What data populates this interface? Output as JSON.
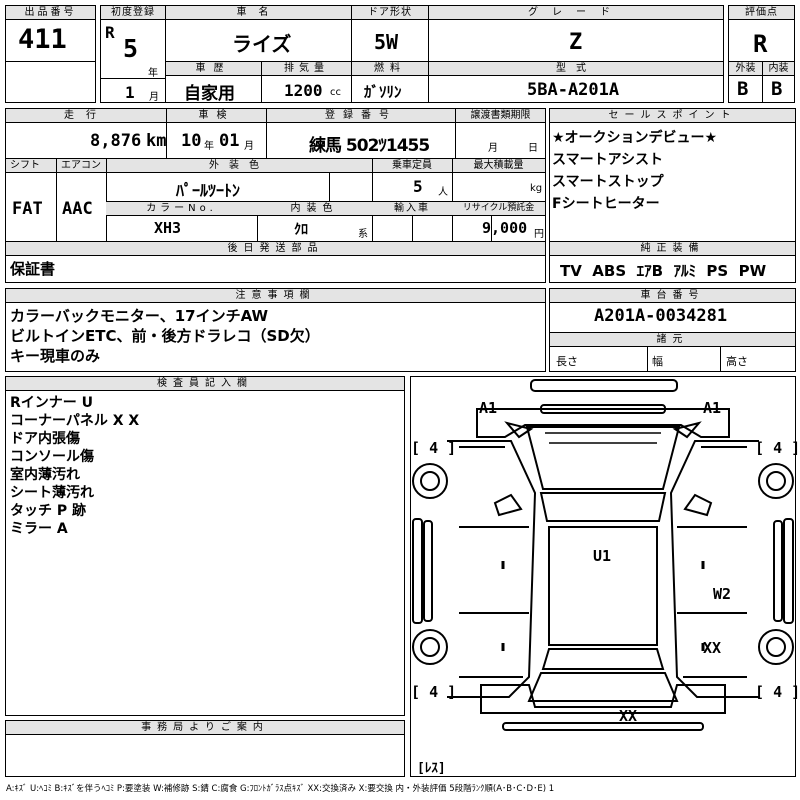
{
  "lot": {
    "label": "出品番号",
    "value": "411"
  },
  "first_reg": {
    "label": "初度登録",
    "era": "R",
    "year": "5",
    "year_unit": "年",
    "month": "1",
    "month_unit": "月"
  },
  "car_name": {
    "label": "車名",
    "value": "ライズ"
  },
  "doors": {
    "label": "ドア形状",
    "value": "5W"
  },
  "grade": {
    "label": "グレード",
    "value": "Z"
  },
  "score": {
    "label": "評価点",
    "value": "R"
  },
  "history": {
    "label": "車歴",
    "value": "自家用"
  },
  "displacement": {
    "label": "排気量",
    "value": "1200",
    "unit": "cc"
  },
  "fuel": {
    "label": "燃料",
    "value": "ｶﾞｿﾘﾝ"
  },
  "model": {
    "label": "型式",
    "value": "5BA-A201A"
  },
  "ext_score": {
    "label": "外装",
    "value": "B"
  },
  "int_score": {
    "label": "内装",
    "value": "B"
  },
  "mileage": {
    "label": "走行",
    "value": "8,876",
    "unit": "km"
  },
  "inspection": {
    "label": "車検",
    "year": "10",
    "year_unit": "年",
    "month": "01",
    "month_unit": "月"
  },
  "registration": {
    "label": "登録番号",
    "value": "練馬 502ﾂ1455"
  },
  "transfer": {
    "label": "譲渡書類期限",
    "month_unit": "月",
    "day_unit": "日"
  },
  "shift": {
    "label": "シフト",
    "value": "FAT"
  },
  "aircon": {
    "label": "エアコン",
    "value": "AAC"
  },
  "exterior_color": {
    "label": "外装色",
    "value": "ﾊﾟｰﾙﾂｰﾄﾝ"
  },
  "capacity": {
    "label": "乗車定員",
    "value": "5",
    "unit": "人"
  },
  "max_load": {
    "label": "最大積載量",
    "unit": "kg"
  },
  "color_no": {
    "label": "カラーNo.",
    "value": "XH3"
  },
  "interior_color": {
    "label": "内装色",
    "value": "ｸﾛ",
    "suffix": "系"
  },
  "import": {
    "label": "輸入車"
  },
  "recycle": {
    "label": "リサイクル預託金",
    "value": "9,000",
    "unit": "円"
  },
  "later_items": {
    "label": "後日発送部品",
    "value": "保証書"
  },
  "sales_points": {
    "label": "セールスポイント",
    "items": [
      "★オークションデビュー★",
      "スマートアシスト",
      "スマートストップ",
      "Fシートヒーター"
    ]
  },
  "equipment": {
    "label": "純正装備",
    "value": "TV  ABS  ｴｱB  ｱﾙﾐ  PS  PW"
  },
  "notes": {
    "label": "注意事項欄",
    "lines": [
      "カラーバックモニター、17インチAW",
      "ビルトインETC、前・後方ドラレコ（SD欠）",
      "キー現車のみ"
    ]
  },
  "chassis": {
    "label": "車台番号",
    "value": "A201A-0034281"
  },
  "dimensions": {
    "label": "諸元",
    "length": "長さ",
    "width": "幅",
    "height": "高さ"
  },
  "inspector": {
    "label": "検査員記入欄",
    "lines": [
      "Rインナー U",
      "コーナーパネル X X",
      "ドア内張傷",
      "コンソール傷",
      "室内薄汚れ",
      "シート薄汚れ",
      "タッチ P 跡",
      "ミラー A"
    ]
  },
  "office": {
    "label": "事務局よりご案内"
  },
  "diagram": {
    "marks": {
      "front_left": "A1",
      "front_right": "A1",
      "roof": "U1",
      "right_rear_door": "W2",
      "right_rear_fender": "XX",
      "rear": "XX"
    },
    "tires": {
      "fl": "4",
      "fr": "4",
      "rl": "4",
      "rr": "4",
      "spare": "ﾚｽ"
    }
  },
  "legend": "A:ｷｽﾞ U:ﾍｺﾐ B:ｷｽﾞを伴うﾍｺﾐ P:要塗装 W:補修跡 S:錆 C:腐食 G:ﾌﾛﾝﾄｶﾞﾗｽ点ｷｽﾞ XX:交換済み X:要交換  内・外装評価 5段階ﾗﾝｸ順(A･B･C･D･E) 1"
}
